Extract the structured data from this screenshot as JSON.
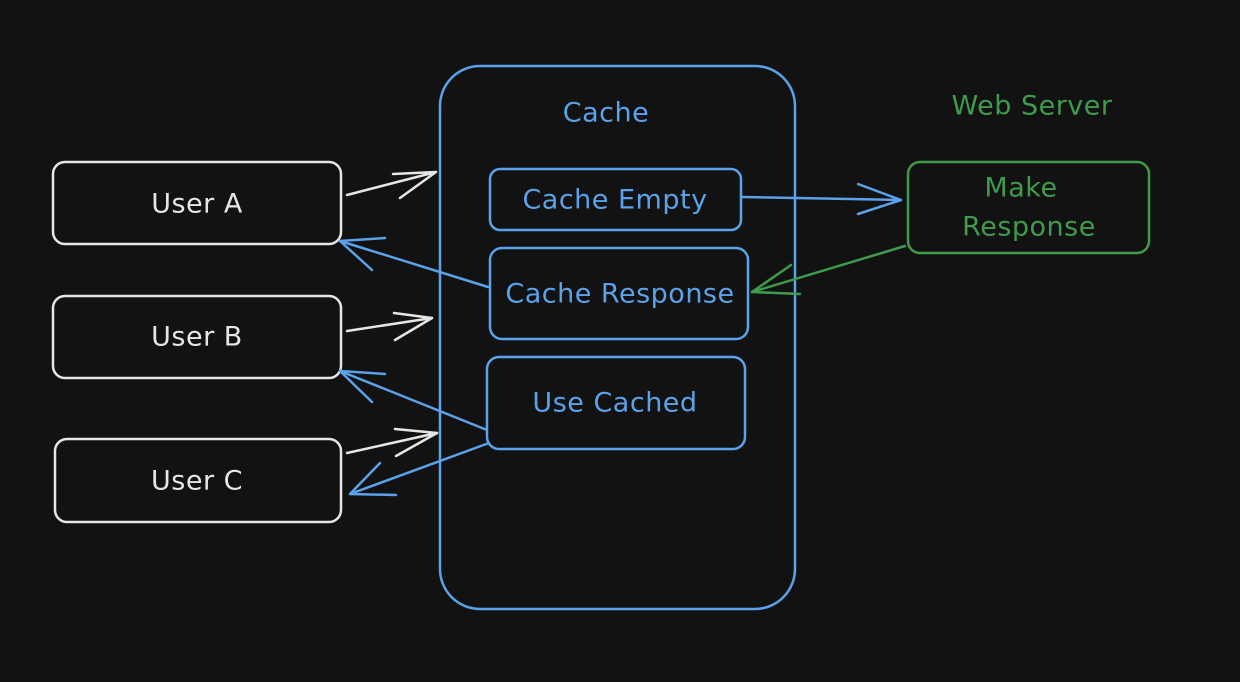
{
  "diagram": {
    "users": [
      {
        "label": "User A"
      },
      {
        "label": "User B"
      },
      {
        "label": "User C"
      }
    ],
    "cache": {
      "title": "Cache",
      "steps": [
        {
          "label": "Cache Empty"
        },
        {
          "label": "Cache Response"
        },
        {
          "label": "Use Cached"
        }
      ]
    },
    "web_server": {
      "title": "Web Server",
      "node_line1": "Make",
      "node_line2": "Response"
    },
    "colors": {
      "background": "#121212",
      "user": "#e6e6e6",
      "cache": "#5aa2ea",
      "web_server": "#3f9b4b"
    }
  }
}
